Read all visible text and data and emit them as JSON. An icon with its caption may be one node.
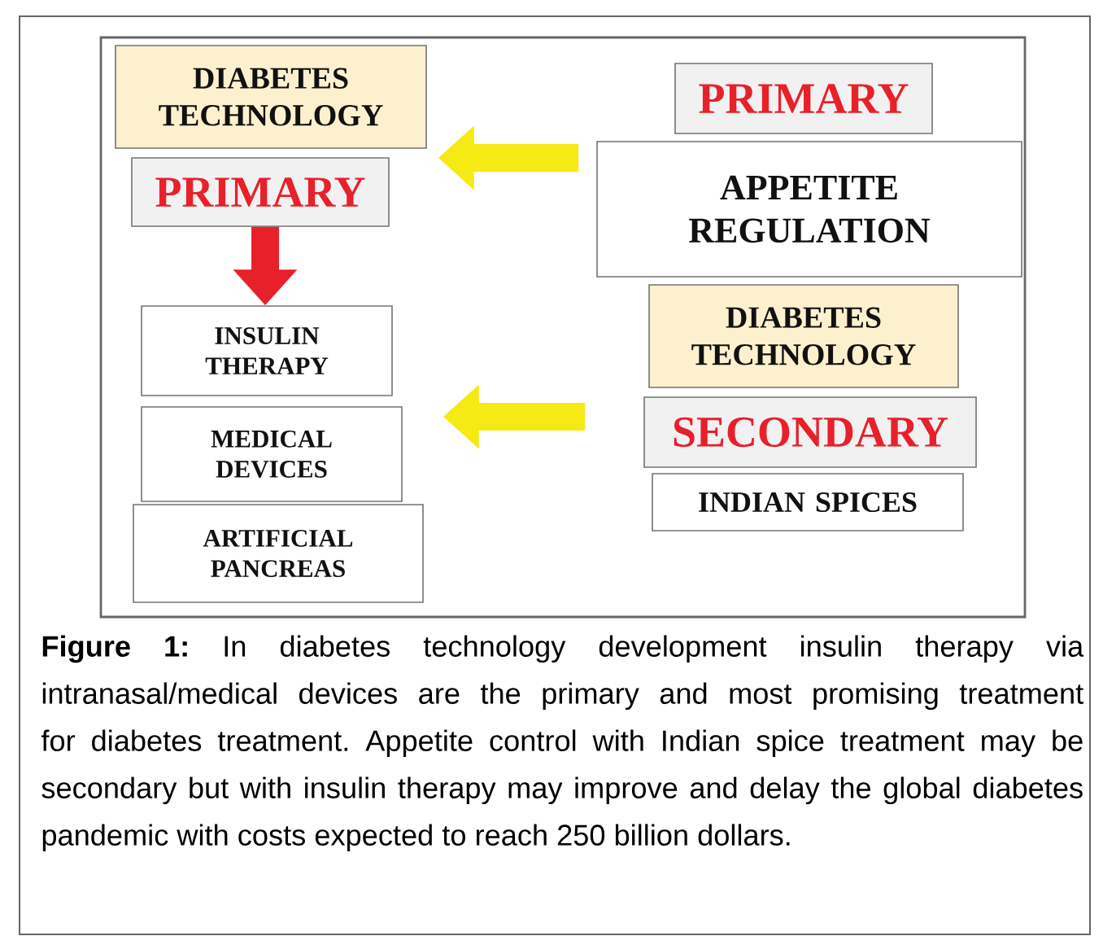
{
  "diagram": {
    "caption": "**Figure 1:** In diabetes technology development insulin therapy via intranasal/medical devices are the primary and most promising treatment for diabetes treatment. Appetite control with Indian spice treatment may be secondary but with insulin therapy may improve and delay the global diabetes pandemic with costs expected to reach 250 billion dollars.",
    "nodes": [
      {
        "text": [
          "DIABETES TECHNOLOGY"
        ]
      },
      {
        "text": [
          "PRIMARY"
        ]
      },
      {
        "text": [
          "PRIMARY"
        ]
      },
      {
        "text": [
          "APPETITE REGULATION"
        ]
      },
      {
        "text": [
          "INSULIN THERAPY"
        ]
      },
      {
        "text": [
          "DIABETES TECHNOLOGY"
        ]
      },
      {
        "text": [
          "SECONDARY"
        ]
      },
      {
        "text": [
          "MEDICAL DEVICES"
        ]
      },
      {
        "text": [
          "INDIAN SPICES"
        ]
      },
      {
        "text": [
          "ARTIFICIAL PANCREAS"
        ]
      }
    ],
    "edges": [
      {
        "from": 3,
        "to": 0,
        "arrow": "to"
      },
      {
        "from": 1,
        "to": 4,
        "arrow": "to",
        "color": "#e8202a"
      },
      {
        "from": 6,
        "to": 7,
        "arrow": "to"
      }
    ]
  }
}
